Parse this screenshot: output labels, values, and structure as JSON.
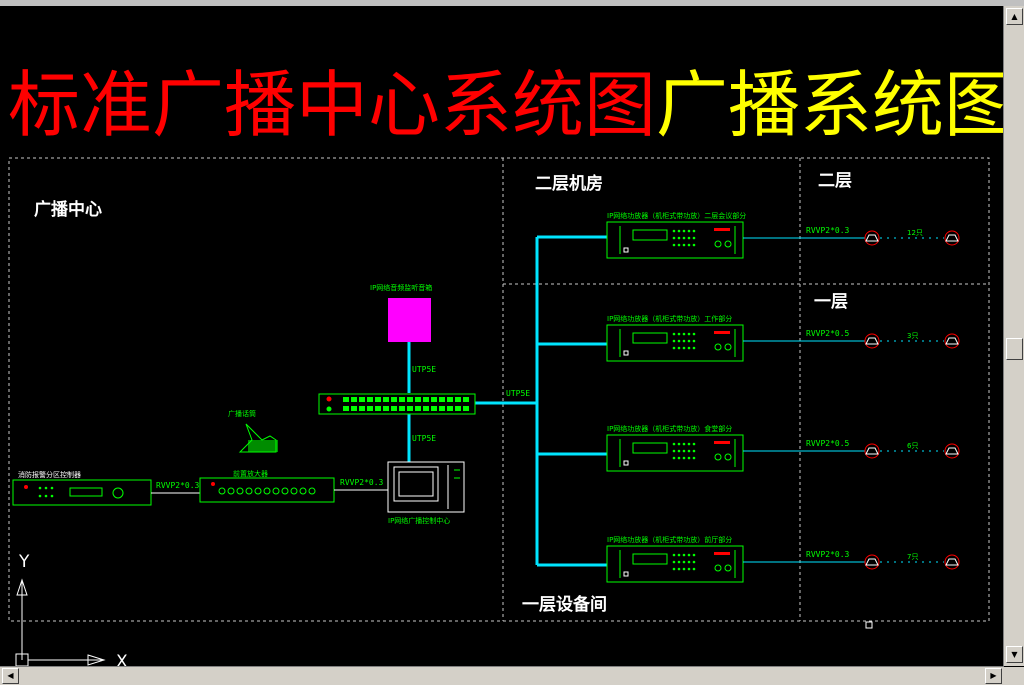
{
  "title": {
    "part_red": "标准广播中心系统图",
    "part_yellow": "广播系统图"
  },
  "zones": {
    "center": "广播中心",
    "machine_room_2f": "二层机房",
    "floor_2": "二层",
    "floor_1": "一层",
    "equipment_room_1f": "一层设备间"
  },
  "devices": {
    "pc_terminal_label": "IP网络音频监听音箱",
    "mic_label": "广播话筒",
    "controller_label": "消防报警分区控制器",
    "amplifier_label": "前置放大器",
    "server_label": "IP网络广播控制中心"
  },
  "cables": {
    "utp_top": "UTP5E",
    "utp_bottom": "UTP5E",
    "utp_trunk": "UTP5E",
    "rvvp_ctrl": "RVVP2*0.3",
    "rvvp_amp": "RVVP2*0.3"
  },
  "zone_rows": [
    {
      "amp_label": "IP网络功放器（机柜式带功放）二层会议部分",
      "cable": "RVVP2*0.3",
      "count": "12只"
    },
    {
      "amp_label": "IP网络功放器（机柜式带功放）工作部分",
      "cable": "RVVP2*0.5",
      "count": "3只"
    },
    {
      "amp_label": "IP网络功放器（机柜式带功放）食堂部分",
      "cable": "RVVP2*0.5",
      "count": "6只"
    },
    {
      "amp_label": "IP网络功放器（机柜式带功放）前厅部分",
      "cable": "RVVP2*0.3",
      "count": "7只"
    }
  ],
  "ucs": {
    "y": "Y",
    "x": "X"
  },
  "colors": {
    "background": "#000000",
    "title_red": "#ff0000",
    "title_yellow": "#ffff00",
    "equipment": "#00ff00",
    "trunk": "#00e5ff",
    "boundary": "#c8c8c8",
    "speaker": "#ff0000",
    "monitor_box": "#ff00ff",
    "text": "#ffffff"
  },
  "scrollbar": {
    "up": "▲",
    "down": "▼",
    "left": "◀",
    "right": "▶"
  }
}
